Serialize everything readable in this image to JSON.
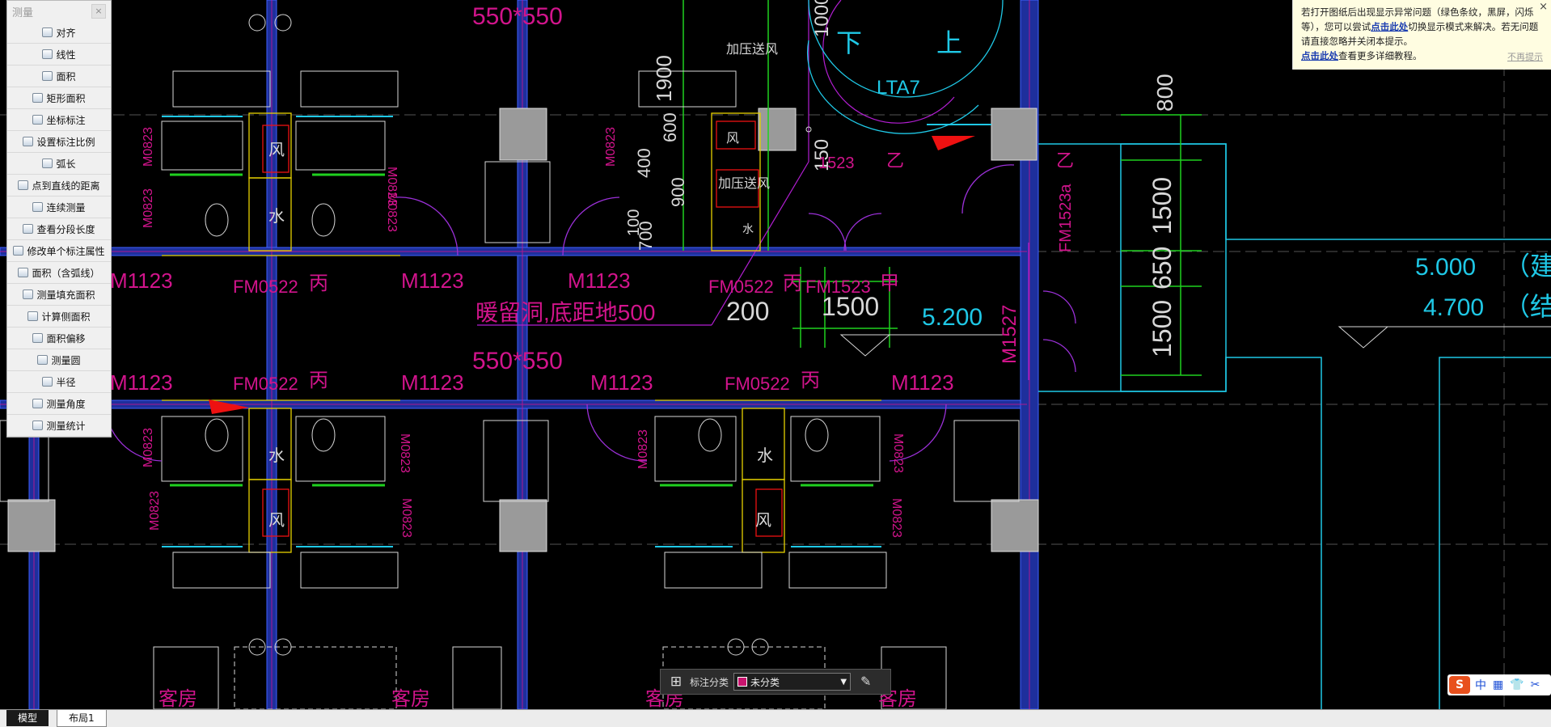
{
  "measure_panel": {
    "title": "测量",
    "close_icon": "close-icon",
    "items": [
      {
        "label": "对齐",
        "icon": "align-measure-icon"
      },
      {
        "label": "线性",
        "icon": "linear-measure-icon"
      },
      {
        "label": "面积",
        "icon": "area-icon"
      },
      {
        "label": "矩形面积",
        "icon": "rect-area-icon"
      },
      {
        "label": "坐标标注",
        "icon": "coordinate-icon"
      },
      {
        "label": "设置标注比例",
        "icon": "scale-icon"
      },
      {
        "label": "弧长",
        "icon": "arc-length-icon"
      },
      {
        "label": "点到直线的距离",
        "icon": "point-line-distance-icon"
      },
      {
        "label": "连续测量",
        "icon": "continuous-measure-icon"
      },
      {
        "label": "查看分段长度",
        "icon": "segment-length-icon"
      },
      {
        "label": "修改单个标注属性",
        "icon": "edit-annotation-icon"
      },
      {
        "label": "面积（含弧线）",
        "icon": "arc-area-icon"
      },
      {
        "label": "测量填充面积",
        "icon": "fill-area-icon"
      },
      {
        "label": "计算侧面积",
        "icon": "side-area-icon"
      },
      {
        "label": "面积偏移",
        "icon": "area-offset-icon"
      },
      {
        "label": "测量圆",
        "icon": "circle-icon"
      },
      {
        "label": "半径",
        "icon": "radius-icon"
      },
      {
        "label": "测量角度",
        "icon": "angle-icon"
      },
      {
        "label": "测量统计",
        "icon": "statistics-icon"
      }
    ]
  },
  "tooltip": {
    "line1": "若打开图纸后出现显示异常问题（绿色条纹，黑屏，闪烁等），您可以尝试",
    "link1": "点击此处",
    "line2": "切换显示模式来解决。若无问题请直接忽略并关闭本提示。",
    "link2": "点击此处",
    "line3": "查看更多详细教程。",
    "dismiss": "不再提示",
    "close": "×"
  },
  "annotation_toolbar": {
    "label": "标注分类",
    "selected": "未分类",
    "selected_color": "#c8146e",
    "grid_icon": "grid-icon",
    "edit_icon": "edit-icon"
  },
  "tabs": [
    {
      "label": "模型",
      "active": true
    },
    {
      "label": "布局1",
      "active": false
    }
  ],
  "ime": {
    "logo": "S",
    "mode": "中",
    "icons": [
      "keyboard-icon",
      "shirt-icon",
      "scissors-icon"
    ]
  },
  "drawing_text": {
    "dim_550_top": "550*550",
    "dim_550_mid": "550*550",
    "lta7": "LTA7",
    "xia": "下",
    "shang": "上",
    "jiayafeng_1": "加压送风",
    "jiayafeng_2": "加压送风",
    "feng_small": "风",
    "feng_1": "风",
    "feng_2": "风",
    "feng_3": "风",
    "shui_1": "水",
    "shui_2": "水",
    "shui_3": "水",
    "shui_small": "水",
    "d1000": "1000",
    "d1900": "1900",
    "d600": "600",
    "d400": "400",
    "d700": "700",
    "d100": "100",
    "d900": "900",
    "d150": "150",
    "d1523": "1523",
    "yi_1": "乙",
    "yi_2": "乙",
    "fm1523": "FM1523",
    "fm1523a": "FM1523a",
    "m1123_a": "M1123",
    "m1123_b": "M1123",
    "m1123_c": "M1123",
    "m1123_d": "M1123",
    "m1123_e": "M1123",
    "m1123_f": "M1123",
    "m1123_g": "M1123",
    "fm0522_a": "FM0522",
    "fm0522_b": "FM0522",
    "fm0522_c": "FM0522",
    "fm0522_d": "FM0522",
    "bing_1": "丙",
    "bing_2": "丙",
    "bing_3": "丙",
    "bing_4": "丙",
    "jia": "甲",
    "reserve_hole": "暖留洞,底距地500",
    "d200": "200",
    "d1500": "1500",
    "elev_5200": "5.200",
    "elev_5000": "5.000",
    "elev_4700": "4.700",
    "jian": "（建",
    "jie": "（结",
    "m1527": "M1527",
    "d800": "800",
    "d1500v1": "1500",
    "d650": "650",
    "d1500v2": "1500",
    "m0823_1": "M0823",
    "m0823_2": "M0823",
    "m0823_3": "M0823",
    "m0823_4": "M0823",
    "m0823_5": "M0823",
    "m0823_6": "M0823",
    "m0823_7": "M0823",
    "m0823_8": "M0823",
    "m0823_9": "M0823",
    "m0823_10": "M0823",
    "m0823_11": "M0823",
    "m0823_12": "M0823",
    "kefang_1": "客房",
    "kefang_2": "客房",
    "kefang_3": "客房",
    "kefang_4": "客房"
  },
  "colors": {
    "background": "#000000",
    "magenta": "#d2148c",
    "blue_wall": "#2d4dff",
    "yellow": "#e6d200",
    "green": "#1fd11f",
    "cyan": "#1fc8e6",
    "white": "#d8d8d8"
  }
}
